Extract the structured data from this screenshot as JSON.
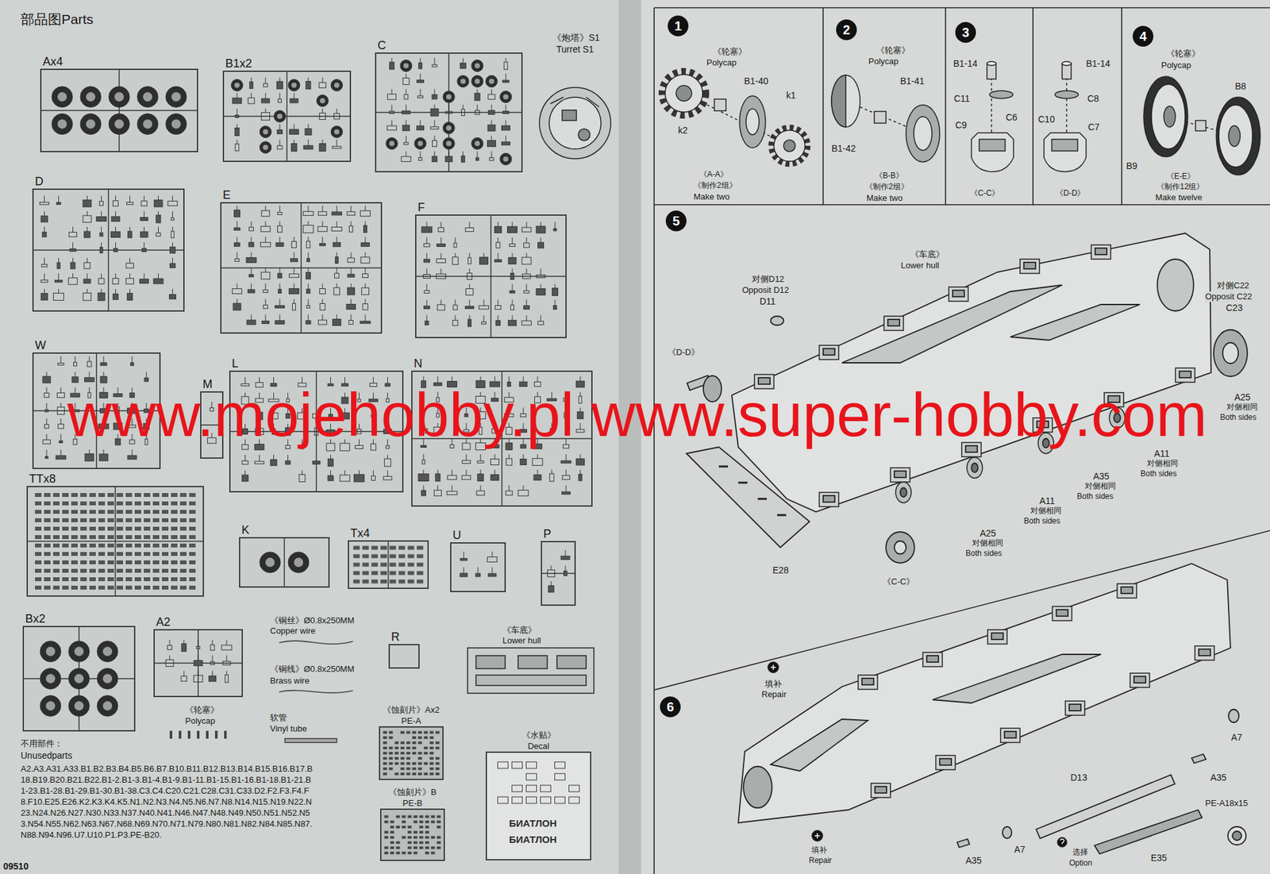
{
  "diagram": {
    "title": "部品图Parts",
    "nodes": [
      {
        "text": [
          "Ax4"
        ]
      },
      {
        "text": [
          "B1x2"
        ]
      },
      {
        "text": [
          "C"
        ]
      },
      {
        "text": [
          "D"
        ]
      },
      {
        "text": [
          "E"
        ]
      },
      {
        "text": [
          "F"
        ]
      },
      {
        "text": [
          "W"
        ]
      },
      {
        "text": [
          "M"
        ]
      },
      {
        "text": [
          "L"
        ]
      },
      {
        "text": [
          "N"
        ]
      },
      {
        "text": [
          "TTx8"
        ]
      },
      {
        "text": [
          "K"
        ]
      },
      {
        "text": [
          "Tx4"
        ]
      },
      {
        "text": [
          "U"
        ]
      },
      {
        "text": [
          "P"
        ]
      },
      {
        "text": [
          "Bx2"
        ]
      },
      {
        "text": [
          "A2"
        ]
      },
      {
        "text": [
          "R"
        ]
      },
      {
        "text": [
          "《蚀刻片》Ax2",
          "PE-A"
        ]
      },
      {
        "text": [
          "《蚀刻片》B",
          "PE-B"
        ]
      },
      {
        "text": [
          "《水贴》",
          "Decal"
        ]
      },
      {
        "text": [
          "1"
        ]
      },
      {
        "text": [
          "2"
        ]
      },
      {
        "text": [
          "3"
        ]
      },
      {
        "text": [
          "4"
        ]
      },
      {
        "text": [
          "5"
        ]
      },
      {
        "text": [
          "6"
        ]
      }
    ],
    "labels": [
      "《炮塔》S1",
      "Turret S1",
      "《铜丝》Ø0.8x250MM",
      "Copper wire",
      "《铜线》Ø0.8x250MM",
      "Brass wire",
      "《轮塞》",
      "Polycap",
      "软管",
      "Vinyl tube",
      "《车底》",
      "Lower hull",
      "不用部件：",
      "Unusedparts",
      "A2.A3.A31.A33.B1.B2.B3.B4.B5.B6.B7.B10.B11.B12.B13.B14.B15.B16.B17.B18.B19.B20.B21.B22.B1-2.B1-3.B1-4.B1-9.B1-11.B1-15.B1-16.B1-18.B1-21.B1-23.B1-28.B1-29.B1-30.B1-38.C3.C4.C20.C21.C28.C31.C33.D2.F2.F3.F4.F8.F10.E25.E26.K2.K3.K4.K5.N1.N2.N3.N4.N5.N6.N7.N8.N14.N15.N19.N22.N23.N24.N26.N27.N30.N33.N37.N40.N41.N46.N47.N48.N49.N50.N51.N52.N53.N54.N55.N62.N63.N67.N68.N69.N70.N71.N79.N80.N81.N82.N84.N85.N87.N88.N94.N96.U7.U10.P1.P3.PE-B20.",
      "09510",
      "БИАТЛОН",
      "БИАТЛОН",
      "www.mojehobby.pl www.super-hobby.com",
      "《轮塞》",
      "Polycap",
      "B1-40",
      "k1",
      "k2",
      "《A-A》",
      "《制作2组》",
      "Make two",
      "《轮塞》",
      "Polycap",
      "B1-41",
      "B1-42",
      "《B-B》",
      "《制作2组》",
      "Make two",
      "B1-14",
      "C11",
      "C6",
      "C9",
      "《C-C》",
      "B1-14",
      "C8",
      "C10",
      "C7",
      "《D-D》",
      "《轮塞》",
      "Polycap",
      "B8",
      "B9",
      "《E-E》",
      "《制作12组》",
      "Make twelve",
      "对侧D12",
      "Opposit D12",
      "D11",
      "《车底》",
      "Lower hull",
      "对侧C22",
      "Opposit C22",
      "C23",
      "《D-D》",
      "A25",
      "对侧相同",
      "Both sides",
      "A11",
      "对侧相同",
      "Both sides",
      "A35",
      "对侧相同",
      "Both sides",
      "A11",
      "对侧相同",
      "Both sides",
      "A25",
      "对侧相同",
      "Both sides",
      "E28",
      "《C-C》",
      "填补",
      "Repair",
      "A7",
      "A35",
      "D13",
      "PE-A18x15",
      "A7",
      "A35",
      "E35",
      "选择",
      "Option",
      "填补",
      "Repair"
    ]
  }
}
